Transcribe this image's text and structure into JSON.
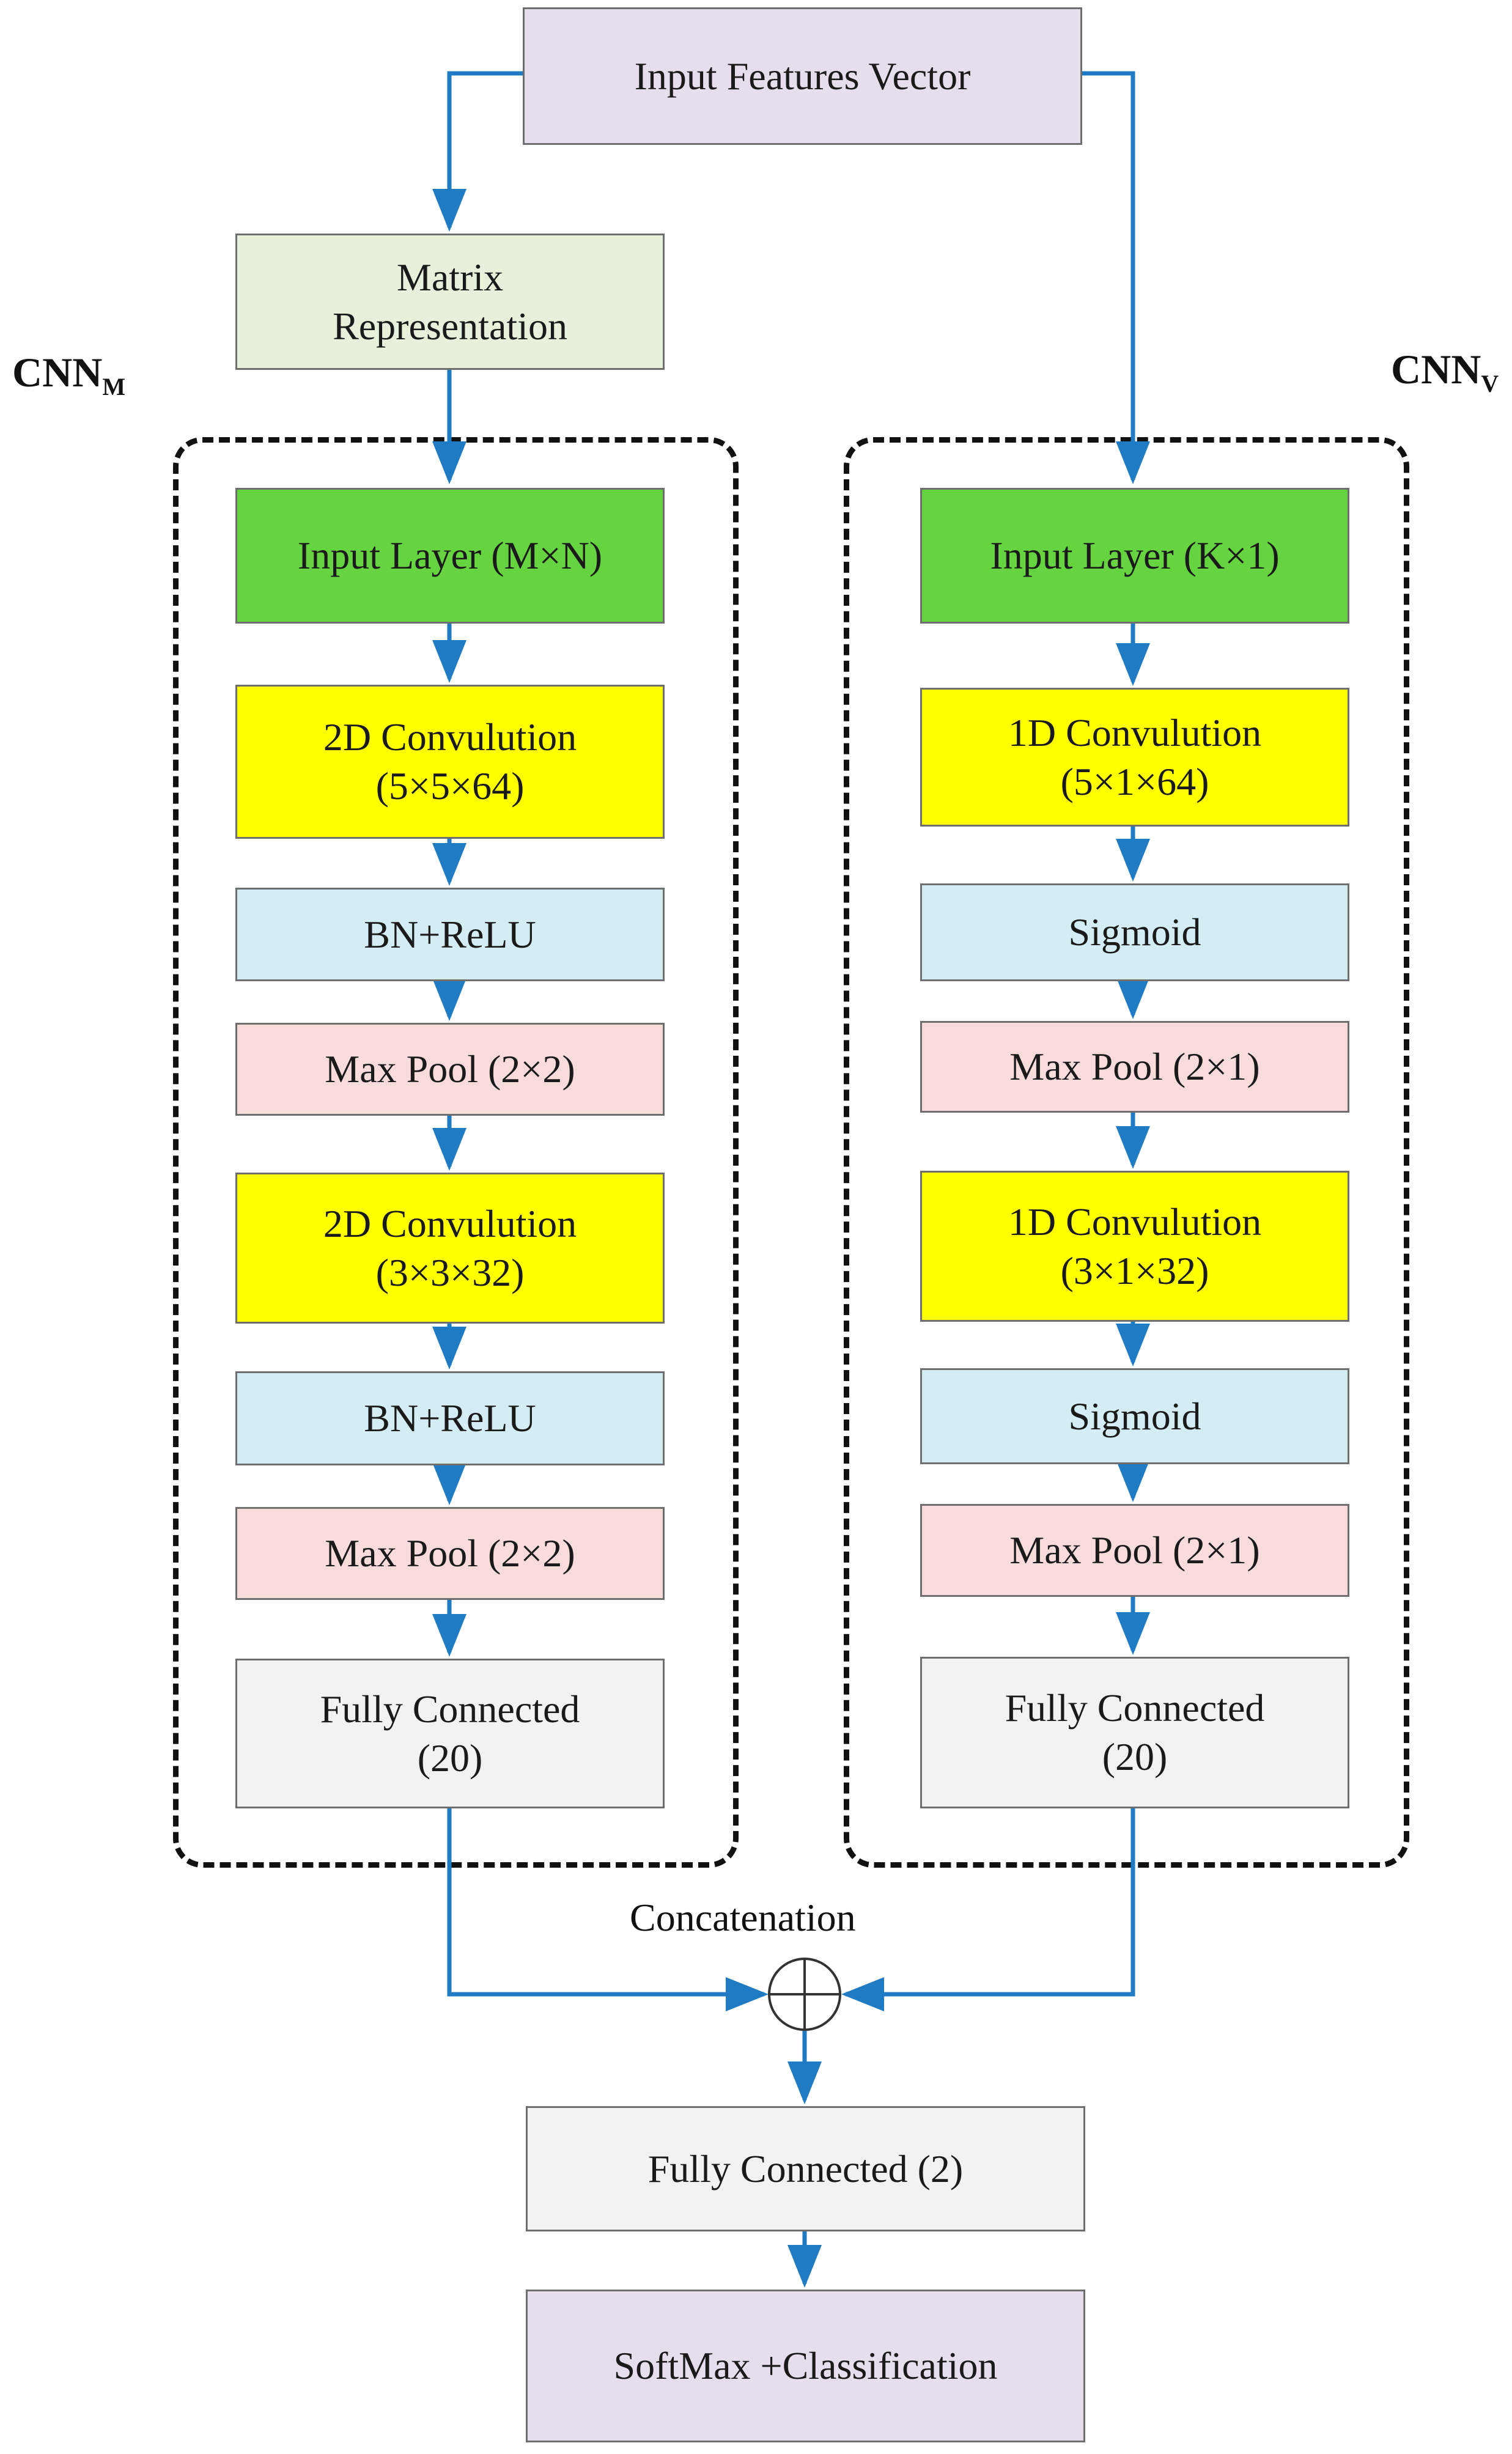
{
  "colors": {
    "arrow": "#1f7bc4",
    "input_features": "#e6deec",
    "matrix": "#e8f0dc",
    "input_layer": "#66d340",
    "convolution": "#ffff00",
    "activation": "#d4ecf3",
    "max_pool": "#f8dcdc",
    "fully_connected": "#f2f2f2",
    "group_fill": "#e6deec",
    "softmax": "#e6deec"
  },
  "input_features": "Input Features Vector",
  "matrix_representation": [
    "Matrix",
    "Representation"
  ],
  "cnn_m": {
    "label": "CNN",
    "label_sub": "M",
    "input_layer": "Input Layer (M×N)",
    "conv1": [
      "2D Convulution",
      "(5×5×64)"
    ],
    "act1": "BN+ReLU",
    "pool1": "Max Pool (2×2)",
    "conv2": [
      "2D Convulution",
      "(3×3×32)"
    ],
    "act2": "BN+ReLU",
    "pool2": "Max Pool (2×2)",
    "fc": [
      "Fully Connected",
      "(20)"
    ]
  },
  "cnn_v": {
    "label": "CNN",
    "label_sub": "V",
    "input_layer": "Input Layer (K×1)",
    "conv1": [
      "1D Convulution",
      "(5×1×64)"
    ],
    "act1": "Sigmoid",
    "pool1": "Max Pool (2×1)",
    "conv2": [
      "1D Convulution",
      "(3×1×32)"
    ],
    "act2": "Sigmoid",
    "pool2": "Max Pool (2×1)",
    "fc": [
      "Fully Connected",
      "(20)"
    ]
  },
  "concatenation": "Concatenation",
  "fc_final": "Fully Connected (2)",
  "softmax": "SoftMax +Classification"
}
